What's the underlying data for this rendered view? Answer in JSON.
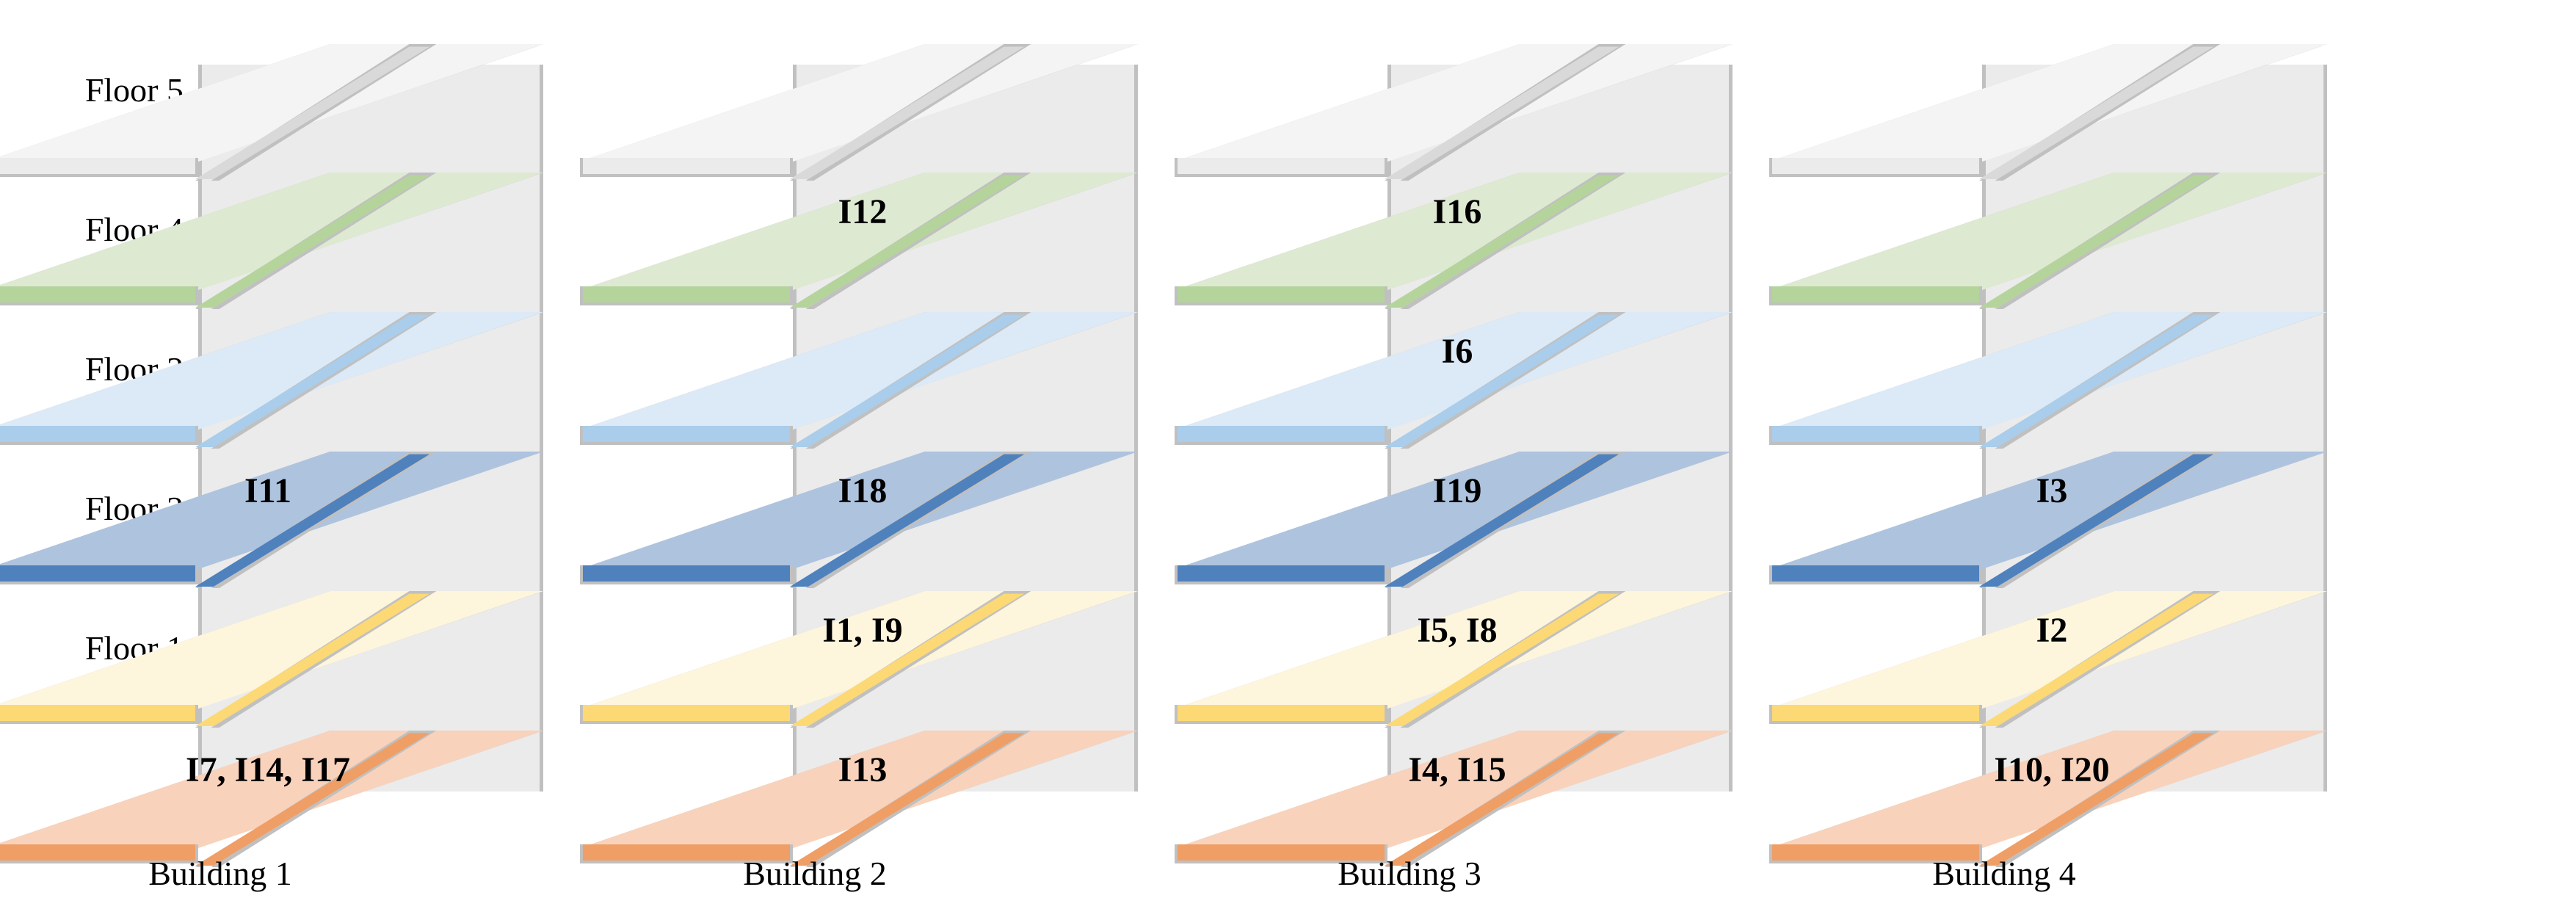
{
  "diagram": {
    "type": "isometric-floor-stack",
    "floor_label_prefix": "Floor",
    "floors": [
      {
        "id": 5,
        "label": "Floor 5",
        "top_color": "#dde9d1",
        "edge_color": "#b4d49c"
      },
      {
        "id": 4,
        "label": "Floor 4",
        "top_color": "#dce9f6",
        "edge_color": "#a9cdea"
      },
      {
        "id": 3,
        "label": "Floor 3",
        "top_color": "#aec3de",
        "edge_color": "#4f81bd"
      },
      {
        "id": 2,
        "label": "Floor 2",
        "top_color": "#fdf5dc",
        "edge_color": "#fcd975"
      },
      {
        "id": 1,
        "label": "Floor 1",
        "top_color": "#f9d2bb",
        "edge_color": "#ef9e66"
      }
    ],
    "roof": {
      "label": "",
      "top_color": "#f4f4f4",
      "edge_color": "#d9d9d9"
    },
    "buildings": [
      {
        "caption": "Building 1",
        "floors": {
          "5": "",
          "4": "",
          "3": "I11",
          "2": "",
          "1": "I7, I14, I17"
        }
      },
      {
        "caption": "Building 2",
        "floors": {
          "5": "I12",
          "4": "",
          "3": "I18",
          "2": "I1, I9",
          "1": "I13"
        }
      },
      {
        "caption": "Building 3",
        "floors": {
          "5": "I16",
          "4": "I6",
          "3": "I19",
          "2": "I5, I8",
          "1": "I4, I15"
        }
      },
      {
        "caption": "Building 4",
        "floors": {
          "5": "",
          "4": "",
          "3": "I3",
          "2": "I2",
          "1": "I10, I20"
        }
      }
    ],
    "colors": {
      "outline": "#c0c0c0",
      "body_wall": "#ebebeb",
      "text": "#000000",
      "background": "#ffffff"
    }
  }
}
